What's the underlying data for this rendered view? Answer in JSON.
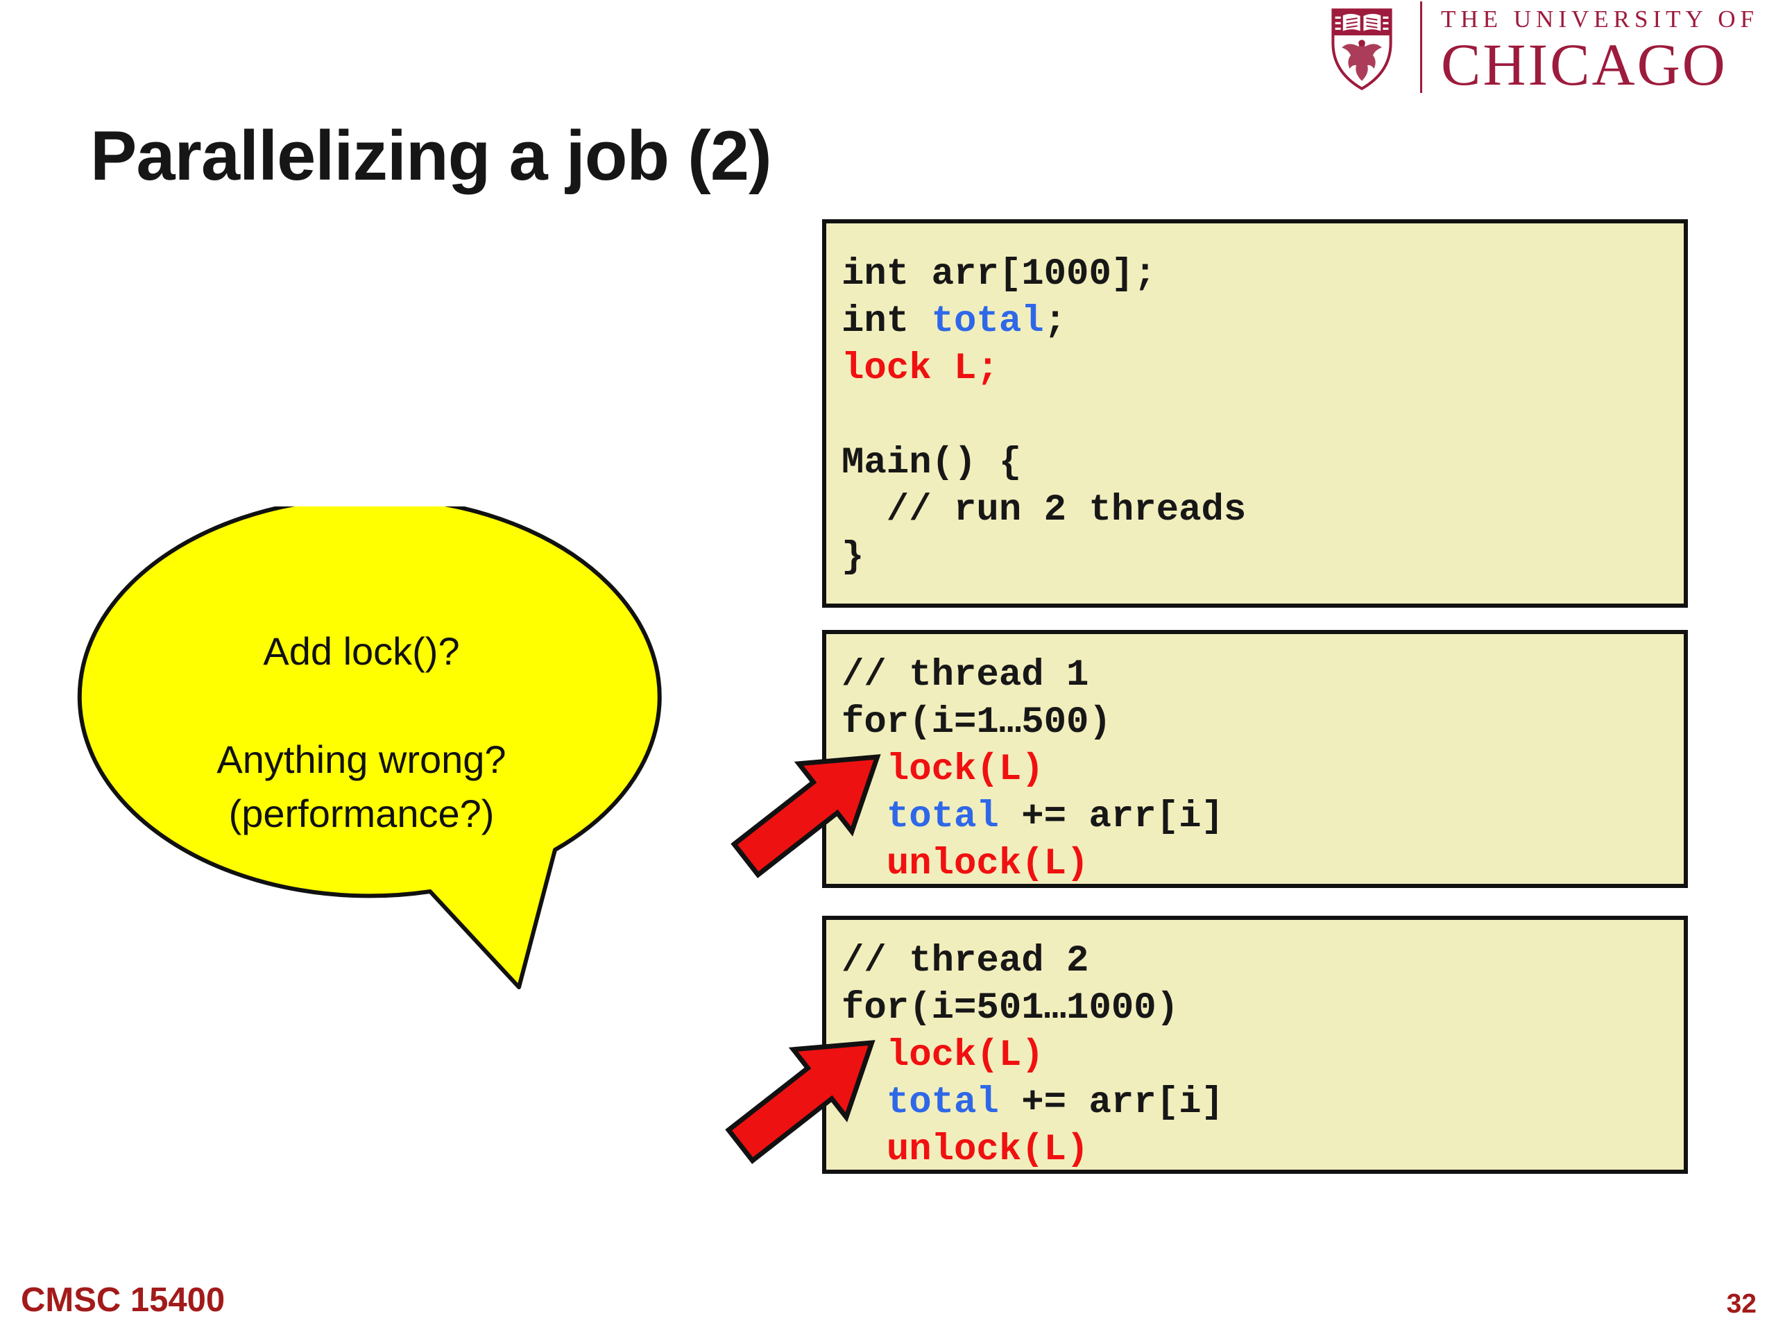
{
  "slide": {
    "title": "Parallelizing a job (2)"
  },
  "logo": {
    "line1": "THE UNIVERSITY OF",
    "line2": "CHICAGO",
    "crest_icon": "uchicago-crest"
  },
  "bubble": {
    "lines": [
      "Add lock()?",
      "",
      "Anything wrong?",
      "(performance?)"
    ]
  },
  "code_boxes": [
    {
      "name": "globals-and-main",
      "lines": [
        [
          {
            "t": "int arr[1000];",
            "c": "k"
          }
        ],
        [
          {
            "t": "int ",
            "c": "k"
          },
          {
            "t": "total",
            "c": "b"
          },
          {
            "t": ";",
            "c": "k"
          }
        ],
        [
          {
            "t": "lock L;",
            "c": "r"
          }
        ],
        [
          {
            "t": "",
            "c": "k"
          }
        ],
        [
          {
            "t": "Main() {",
            "c": "k"
          }
        ],
        [
          {
            "t": "  // run 2 threads",
            "c": "k"
          }
        ],
        [
          {
            "t": "}",
            "c": "k"
          }
        ]
      ]
    },
    {
      "name": "thread-1",
      "lines": [
        [
          {
            "t": "// thread 1",
            "c": "k"
          }
        ],
        [
          {
            "t": "for(i=1…500)",
            "c": "k"
          }
        ],
        [
          {
            "t": "  ",
            "c": "k"
          },
          {
            "t": "lock(L)",
            "c": "r"
          }
        ],
        [
          {
            "t": "  ",
            "c": "k"
          },
          {
            "t": "total",
            "c": "b"
          },
          {
            "t": " += arr[i]",
            "c": "k"
          }
        ],
        [
          {
            "t": "  ",
            "c": "k"
          },
          {
            "t": "unlock(L)",
            "c": "r"
          }
        ]
      ]
    },
    {
      "name": "thread-2",
      "lines": [
        [
          {
            "t": "// thread 2",
            "c": "k"
          }
        ],
        [
          {
            "t": "for(i=501…1000)",
            "c": "k"
          }
        ],
        [
          {
            "t": "  ",
            "c": "k"
          },
          {
            "t": "lock(L)",
            "c": "r"
          }
        ],
        [
          {
            "t": "  ",
            "c": "k"
          },
          {
            "t": "total",
            "c": "b"
          },
          {
            "t": " += arr[i]",
            "c": "k"
          }
        ],
        [
          {
            "t": "  ",
            "c": "k"
          },
          {
            "t": "unlock(L)",
            "c": "r"
          }
        ]
      ]
    }
  ],
  "footer": {
    "course": "CMSC 15400",
    "page": "32"
  },
  "colors": {
    "maroon": "#9D1B3D",
    "code_red": "#F01010",
    "code_blue": "#2E68E8",
    "box_bg": "#F1EEBD",
    "box_border": "#111111",
    "bubble_yellow": "#FFFF00",
    "arrow_red": "#EE1111",
    "footer_red": "#A31A1A",
    "title_color": "#161616"
  },
  "icons": {
    "crest": "uchicago-crest-icon",
    "arrow": "red-arrow-icon"
  }
}
